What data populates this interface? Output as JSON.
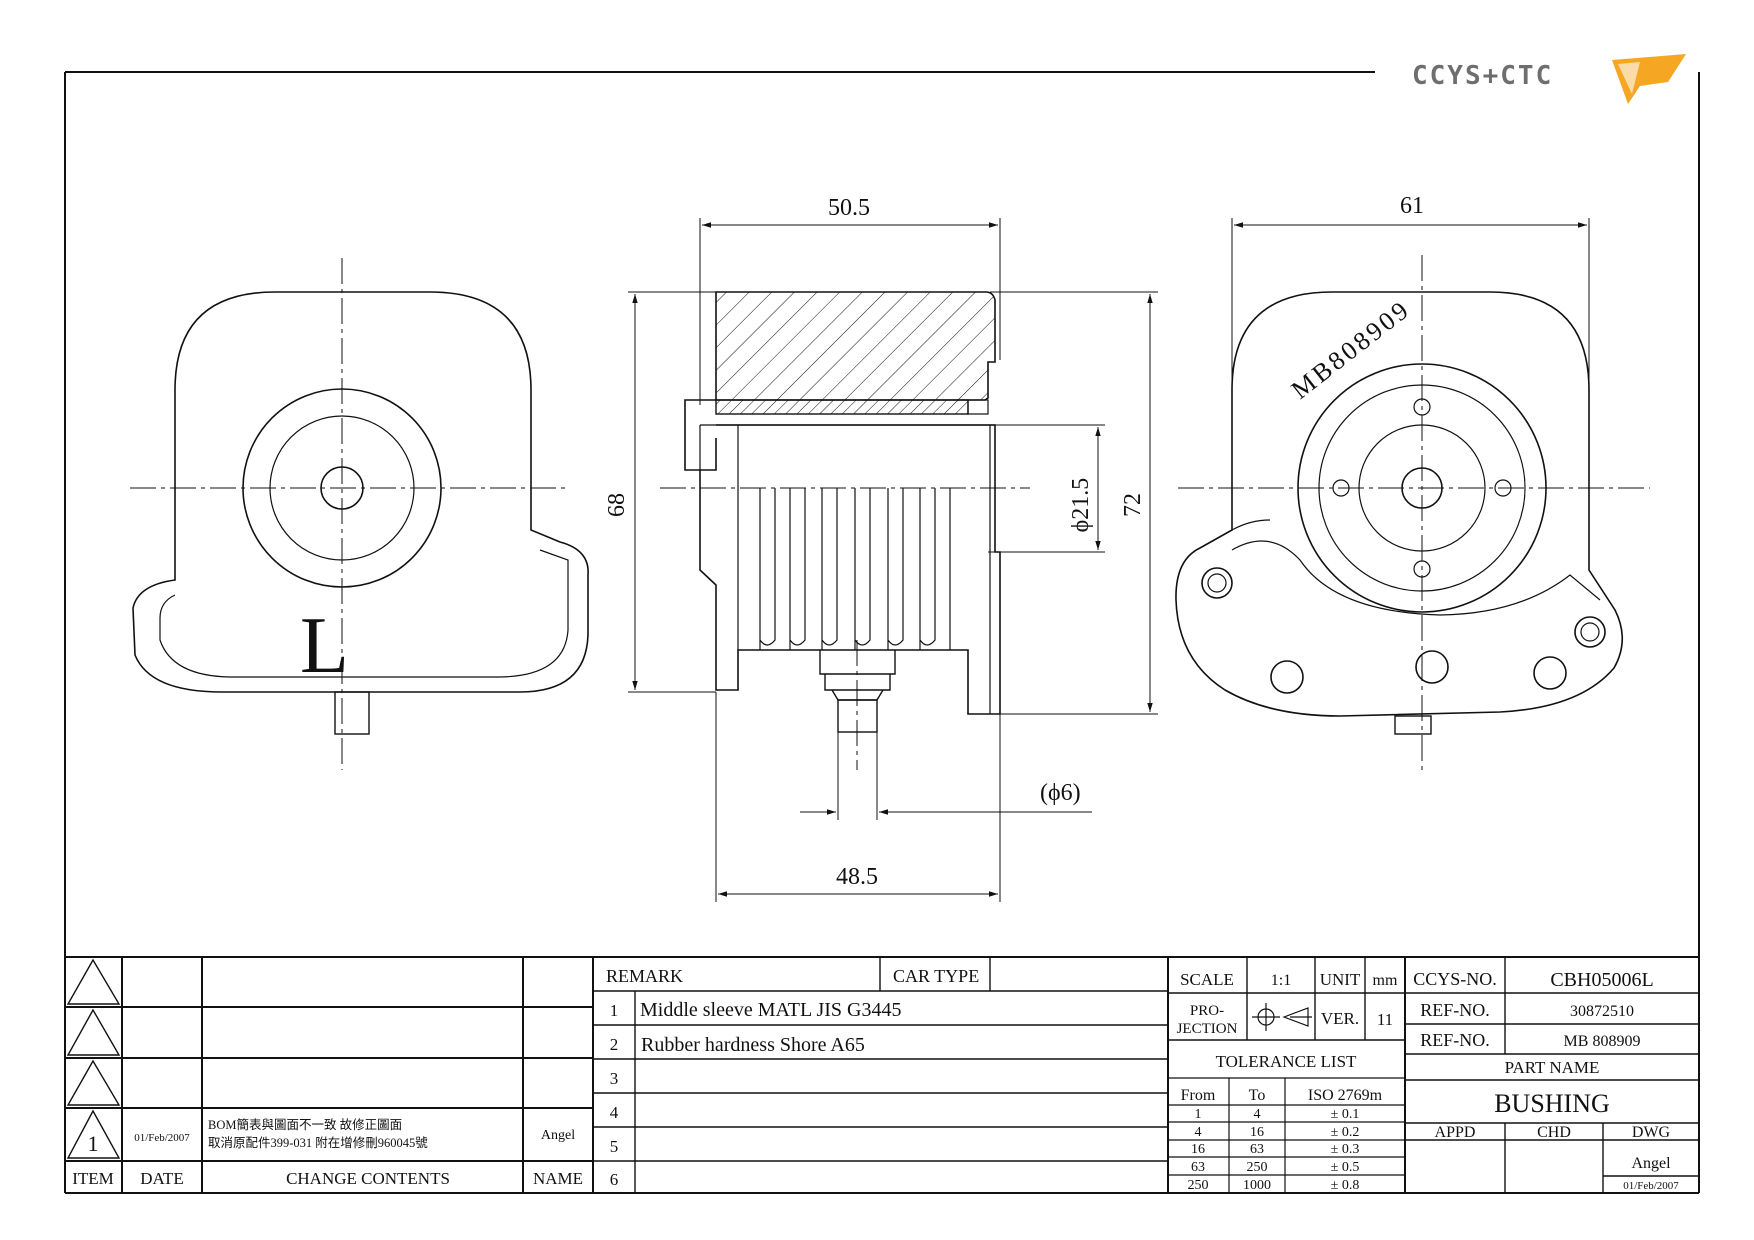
{
  "logo": {
    "text": "CCYS+CTC",
    "accent_color": "#f5a623",
    "icon": "ccys-ctc-logo-icon"
  },
  "views": {
    "left": {
      "label": "L"
    },
    "right": {
      "part_marking": "MB808909"
    }
  },
  "dimensions": {
    "top_width": "50.5",
    "height_68": "68",
    "inner_diameter": "ϕ21.5",
    "height_72": "72",
    "pin_diameter": "(ϕ6)",
    "bottom_width": "48.5",
    "right_width": "61"
  },
  "revision_table": {
    "headers": {
      "item": "ITEM",
      "date": "DATE",
      "change": "CHANGE CONTENTS",
      "name": "NAME"
    },
    "rows": [
      {
        "item": "",
        "date": "",
        "change_line1": "",
        "change_line2": "",
        "name": ""
      },
      {
        "item": "",
        "date": "",
        "change_line1": "",
        "change_line2": "",
        "name": ""
      },
      {
        "item": "",
        "date": "",
        "change_line1": "",
        "change_line2": "",
        "name": ""
      },
      {
        "item": "1",
        "date": "01/Feb/2007",
        "change_line1": "BOM簡表與圖面不一致 故修正圖面",
        "change_line2": "取消原配件399-031 附在增修刪960045號",
        "name": "Angel"
      }
    ]
  },
  "remark_table": {
    "remark_label": "REMARK",
    "car_type_label": "CAR TYPE",
    "car_type_value": "",
    "rows": [
      {
        "no": "1",
        "text": "Middle sleeve MATL JIS G3445"
      },
      {
        "no": "2",
        "text": "Rubber hardness Shore A65"
      },
      {
        "no": "3",
        "text": ""
      },
      {
        "no": "4",
        "text": ""
      },
      {
        "no": "5",
        "text": ""
      },
      {
        "no": "6",
        "text": ""
      }
    ]
  },
  "info_block": {
    "scale_label": "SCALE",
    "scale_value": "1:1",
    "unit_label": "UNIT",
    "unit_value": "mm",
    "projection_line1": "PRO-",
    "projection_line2": "JECTION",
    "ver_label": "VER.",
    "ver_value": "11"
  },
  "tolerance": {
    "title": "TOLERANCE LIST",
    "headers": [
      "From",
      "To",
      "ISO 2769m"
    ],
    "rows": [
      [
        "1",
        "4",
        "± 0.1"
      ],
      [
        "4",
        "16",
        "± 0.2"
      ],
      [
        "16",
        "63",
        "± 0.3"
      ],
      [
        "63",
        "250",
        "± 0.5"
      ],
      [
        "250",
        "1000",
        "± 0.8"
      ]
    ]
  },
  "title_block": {
    "ccys_no_label": "CCYS-NO.",
    "ccys_no_value": "CBH05006L",
    "ref1_label": "REF-NO.",
    "ref1_value": "30872510",
    "ref2_label": "REF-NO.",
    "ref2_value": "MB 808909",
    "part_name_label": "PART NAME",
    "part_name_value": "BUSHING",
    "appd_label": "APPD",
    "chd_label": "CHD",
    "dwg_label": "DWG",
    "dwg_name": "Angel",
    "dwg_date": "01/Feb/2007"
  }
}
